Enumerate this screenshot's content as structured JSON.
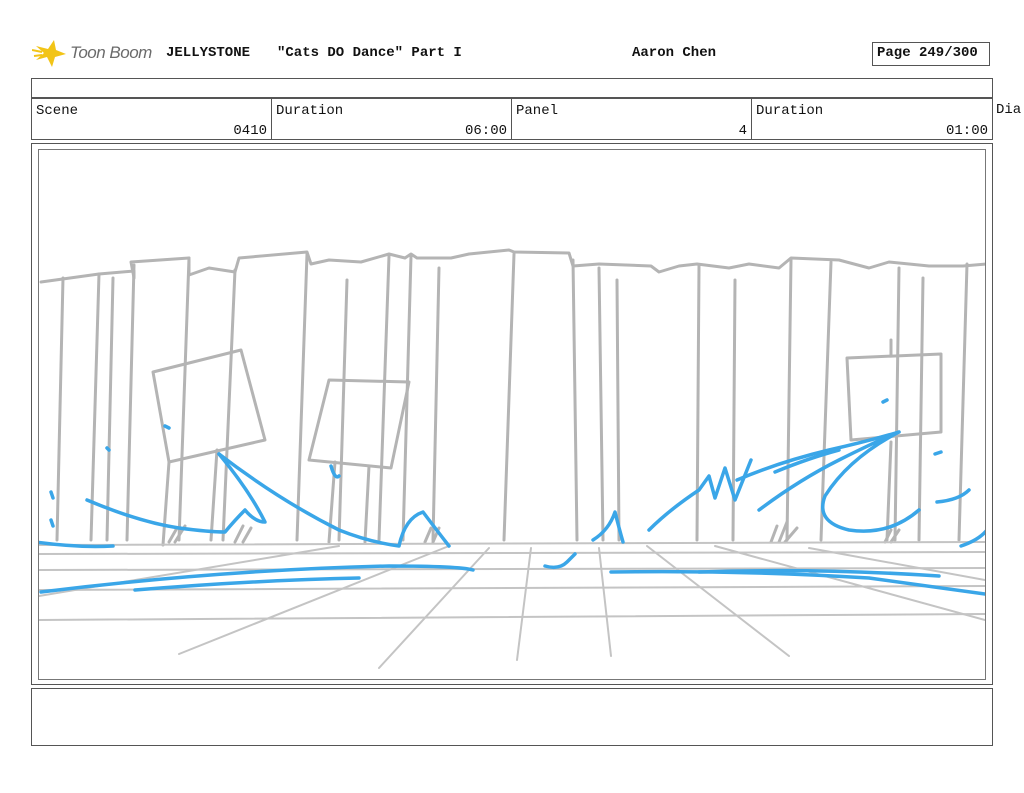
{
  "header": {
    "logo_text": "Toon Boom",
    "show": "JELLYSTONE",
    "episode": "\"Cats DO Dance\" Part I",
    "artist": "Aaron Chen",
    "page": "Page 249/300"
  },
  "info": {
    "scene_label": "Scene",
    "scene_value": "0410",
    "scene_duration_label": "Duration",
    "scene_duration_value": "06:00",
    "panel_label": "Panel",
    "panel_value": "4",
    "panel_duration_label": "Duration",
    "panel_duration_value": "01:00",
    "dialogue_label": "Dia"
  },
  "colors": {
    "sketch_gray": "#b4b4b4",
    "sketch_blue": "#3aa6e8",
    "logo_yellow": "#f2c417"
  }
}
